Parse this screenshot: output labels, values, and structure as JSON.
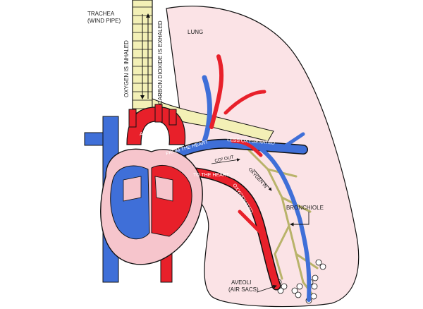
{
  "labels": {
    "trachea_line1": "TRACHEA",
    "trachea_line2": "(WIND PIPE)",
    "oxygen_inhaled": "OXYGEN IS INHALED",
    "co2_exhaled": "CARBON DIOXIDE IS EXHALED",
    "lung": "LUNG",
    "aorta": "AORTA",
    "from_the_heart": "FROM THE HEART",
    "less_oxygenated": "LESS OXYGENATED",
    "co2_out": "CO² OUT",
    "oxygen_in": "OXYGEN IN",
    "to_the_heart": "TO THE HEART",
    "oxygenated": "OXYGENATED",
    "bronchiole": "BRONCHIOLE",
    "aveoli_line1": "AVEOLI",
    "aveoli_line2": "(AIR SACS)"
  },
  "colors": {
    "lung_fill": "#fbe3e6",
    "artery_red": "#e8202a",
    "vein_blue": "#3f6fd8",
    "airway_yellow": "#f3f0b6",
    "heart_pink": "#f6c5cc",
    "outline": "#111111"
  }
}
